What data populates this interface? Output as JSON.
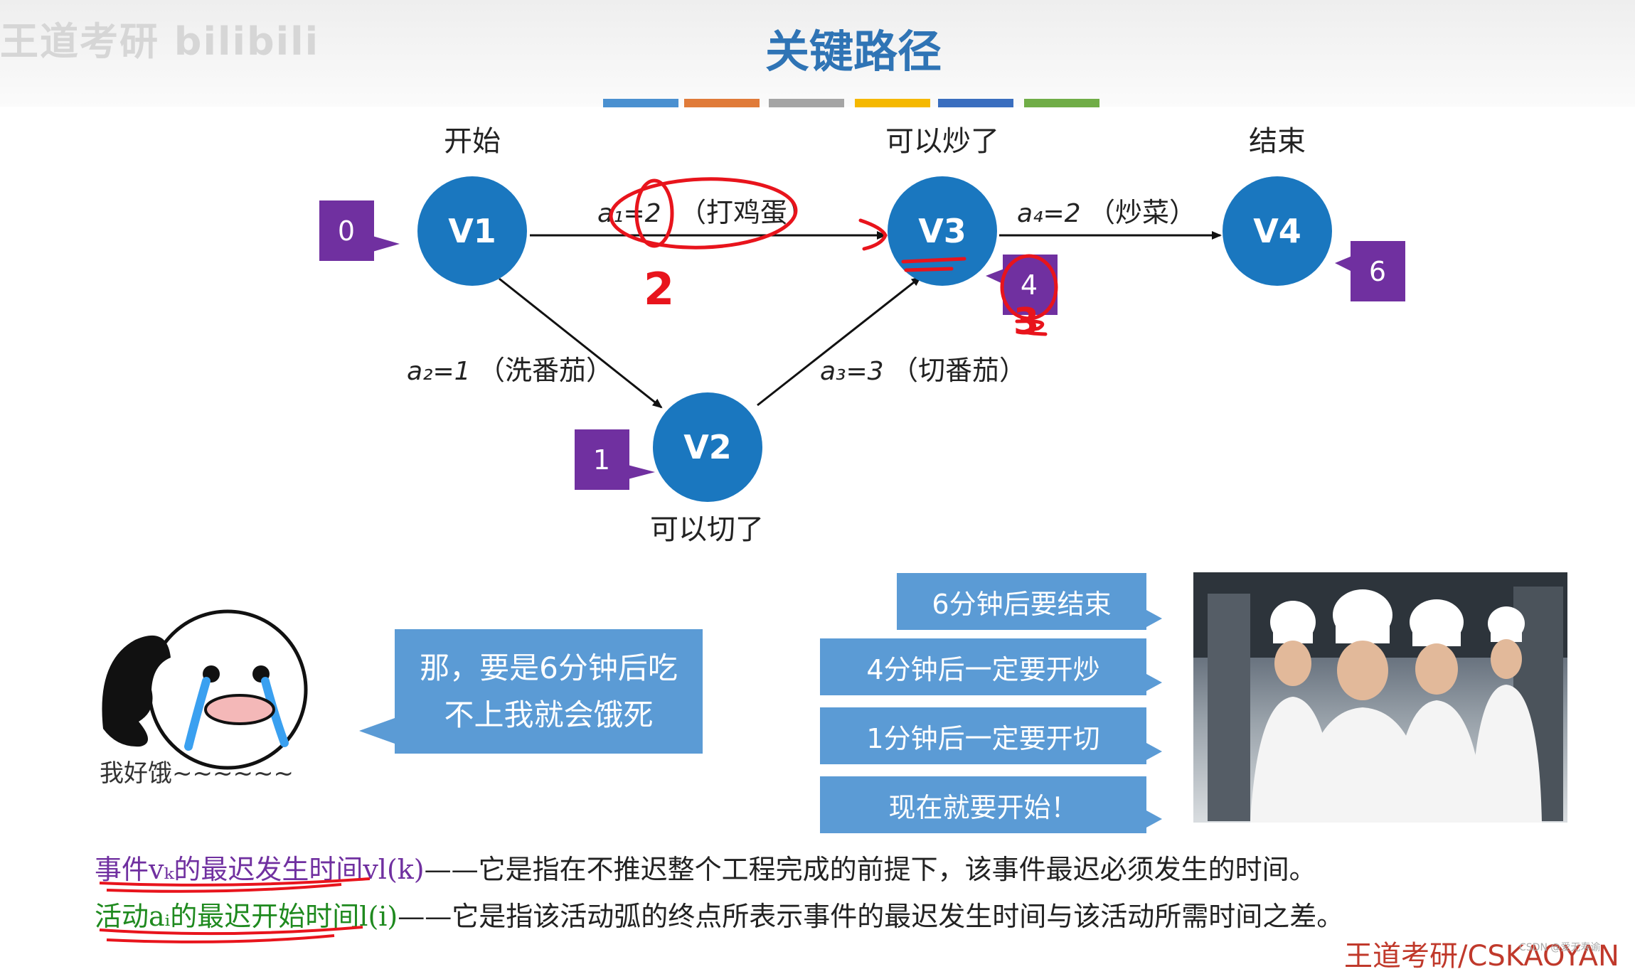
{
  "watermark": "王道考研 bilibili",
  "title": "关键路径",
  "color_bars": [
    "#4a90d0",
    "#e07b39",
    "#a5a5a5",
    "#f5b800",
    "#3a6ebf",
    "#70ad47"
  ],
  "nodes": [
    {
      "id": "V1",
      "label": "V1",
      "caption": "开始",
      "vl": "0"
    },
    {
      "id": "V2",
      "label": "V2",
      "caption": "可以切了",
      "vl": "1"
    },
    {
      "id": "V3",
      "label": "V3",
      "caption": "可以炒了",
      "vl": "4"
    },
    {
      "id": "V4",
      "label": "V4",
      "caption": "结束",
      "vl": "6"
    }
  ],
  "edges": [
    {
      "from": "V1",
      "to": "V3",
      "name": "a₁=2",
      "task": "（打鸡蛋）"
    },
    {
      "from": "V1",
      "to": "V2",
      "name": "a₂=1",
      "task": "（洗番茄）"
    },
    {
      "from": "V2",
      "to": "V3",
      "name": "a₃=3",
      "task": "（切番茄）"
    },
    {
      "from": "V3",
      "to": "V4",
      "name": "a₄=2",
      "task": "（炒菜）"
    }
  ],
  "handwriting": {
    "slack_a1": "2",
    "v3_digit": "3"
  },
  "hungry_caption": "我好饿~~~~~~",
  "speech_line1": "那，要是6分钟后吃",
  "speech_line2": "不上我就会饿死",
  "chef_bubbles": [
    "6分钟后要结束",
    "4分钟后一定要开炒",
    "1分钟后一定要开切",
    "现在就要开始！"
  ],
  "definitions": {
    "def1_term": "事件vₖ的最迟发生时间vl(k)",
    "def1_text": "——它是指在不推迟整个工程完成的前提下，该事件最迟必须发生的时间。",
    "def2_term": "活动aᵢ的最迟开始时间l(i)",
    "def2_text": "——它是指该活动弧的终点所表示事件的最迟发生时间与该活动所需时间之差。"
  },
  "footer": "王道考研/CSKAOYAN",
  "csdn": "CSDN @爱无寿谕",
  "colors": {
    "title": "#2f74b5",
    "node": "#1a77bf",
    "badge": "#7030a0",
    "bubble": "#5b9bd5",
    "annotation": "#e8141c",
    "term1": "#7030a0",
    "term2": "#1f8a1f"
  }
}
